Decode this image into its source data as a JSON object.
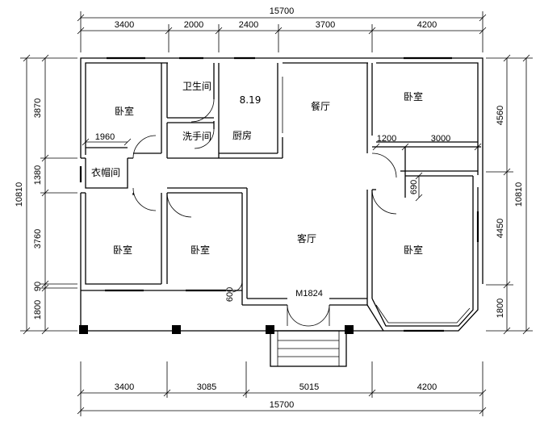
{
  "dimensions": {
    "top_total": "15700",
    "top_segments": [
      "3400",
      "2000",
      "2400",
      "3700",
      "4200"
    ],
    "bottom_total": "15700",
    "bottom_segments": [
      "3400",
      "3085",
      "5015",
      "4200"
    ],
    "left_total": "10810",
    "left_segments": [
      "3870",
      "1380",
      "3760",
      "90",
      "1800"
    ],
    "right_total": "10810",
    "right_segments": [
      "4560",
      "4450",
      "1800"
    ]
  },
  "rooms": {
    "bedroom_top_left": "卧室",
    "bathroom": "卫生间",
    "washroom": "洗手间",
    "kitchen": "厨房",
    "kitchen_note": "8.19",
    "dining": "餐厅",
    "bedroom_top_right": "卧室",
    "closet": "衣帽间",
    "bedroom_mid_left": "卧室",
    "bedroom_mid": "卧室",
    "living": "客厅",
    "bedroom_bottom_right": "卧室"
  },
  "internal_dims": {
    "d1960": "1960",
    "d1200": "1200",
    "d3000": "3000",
    "d690": "690",
    "d600": "600"
  },
  "door_label": "M1824"
}
